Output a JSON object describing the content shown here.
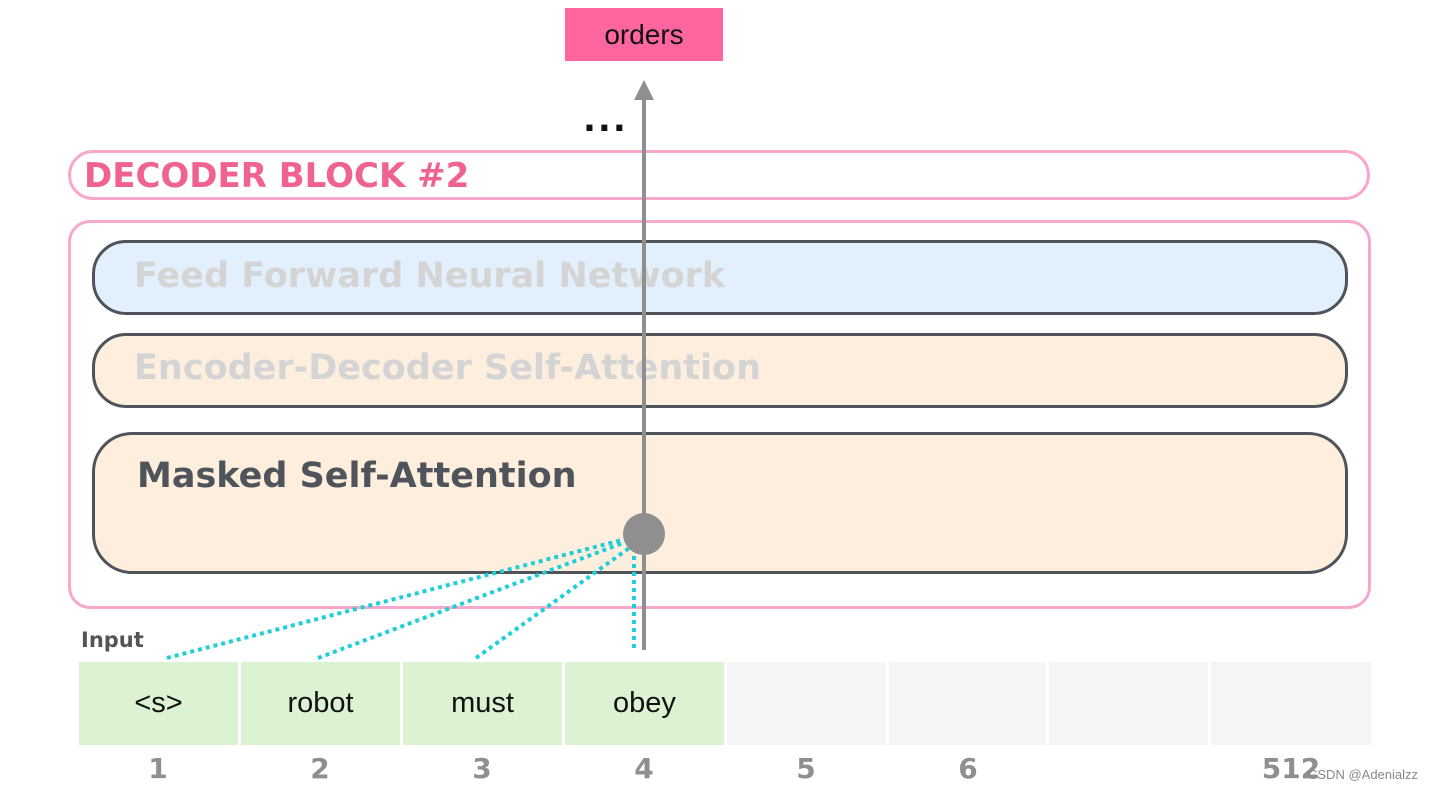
{
  "output_token": "orders",
  "ellipsis": "...",
  "block_title": "DECODER BLOCK #2",
  "layers": {
    "ffnn": "Feed Forward Neural Network",
    "encdec": "Encoder-Decoder Self-Attention",
    "masked": "Masked Self-Attention"
  },
  "input_label": "Input",
  "tokens": [
    "<s>",
    "robot",
    "must",
    "obey",
    "",
    "",
    "",
    ""
  ],
  "positions": [
    "1",
    "2",
    "3",
    "4",
    "5",
    "6",
    "",
    "512"
  ],
  "watermark": "CSDN @Adenialzz",
  "colors": {
    "output_token_bg": "#ff66a0",
    "block_border": "#f7a8cb",
    "block_title": "#f06292",
    "ffnn_bg": "#e2f0fd",
    "attention_bg": "#fdeede",
    "token_filled_bg": "#dcf3d3",
    "token_empty_bg": "#f5f5f5",
    "attention_lines": "#1fcfd8",
    "arrow": "#8f8f8f"
  }
}
